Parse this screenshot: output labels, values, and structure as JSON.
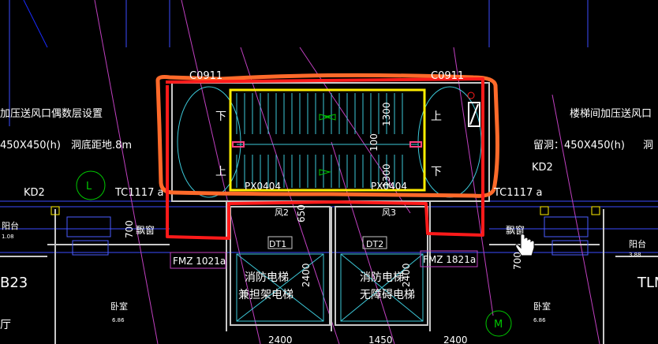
{
  "labels": {
    "note_left": "加压送风口偶数层设置",
    "note_right": "楼梯间加压送风口",
    "opening_left": "450X450(h)",
    "opening_left_height": "洞底距地.8m",
    "opening_right": "留洞：450X450(h)",
    "opening_right_tail": "洞",
    "kd2_left": "KD2",
    "kd2_right": "KD2",
    "tc_left": "TC1117 a",
    "tc_right": "TC1117 a",
    "c_top_left": "C0911",
    "c_top_right": "C0911",
    "stair_down_left": "下",
    "stair_up_left": "上",
    "stair_up_right": "上",
    "stair_down_right": "下",
    "dim_1300": "1300",
    "dim_100": "100",
    "dim_1300b": "1300",
    "px_left": "PX0404",
    "px_right": "PX0404",
    "balcony_left": "阳台",
    "balcony_right": "阳台",
    "bay_window_left": "飘窗",
    "bay_window_right": "飘窗",
    "fmz_left": "FMZ 1021a",
    "fmz_right": "FMZ 1821a",
    "room_left": "卧室",
    "room_right": "卧室",
    "dt1": "DT1",
    "dt2": "DT2",
    "elevator1_line1": "消防电梯",
    "elevator1_line2": "兼担架电梯",
    "elevator2_line1": "消防电梯",
    "elevator2_line2": "无障碍电梯",
    "dim_2400": "2400",
    "dim_2400b": "2400",
    "dim_2400_bottom_l": "2400",
    "dim_1450": "1450",
    "dim_2400_bottom_r": "2400",
    "dim_700l": "700",
    "dim_700r": "700",
    "dim_650": "650",
    "fj_left": "风2",
    "fj_right": "风3",
    "b23": "B23",
    "tlm": "TLM",
    "axis_l": "L",
    "axis_m": "M",
    "wo_left_small": "厅",
    "area_l": "6.86",
    "area_r": "6.86",
    "area_bal_l": "1.08",
    "area_bal_r": "3.88"
  },
  "colors": {
    "background": "#000000",
    "wall": "#c8c8c8",
    "cyan": "#3cc8d8",
    "blue_line": "#4a5cff",
    "magenta": "#c040c0",
    "yellow_box": "#ffee00",
    "orange_mark": "#ff6a2a",
    "red_mark": "#ff1a1a",
    "green": "#00c800",
    "text_white": "#ffffff"
  }
}
